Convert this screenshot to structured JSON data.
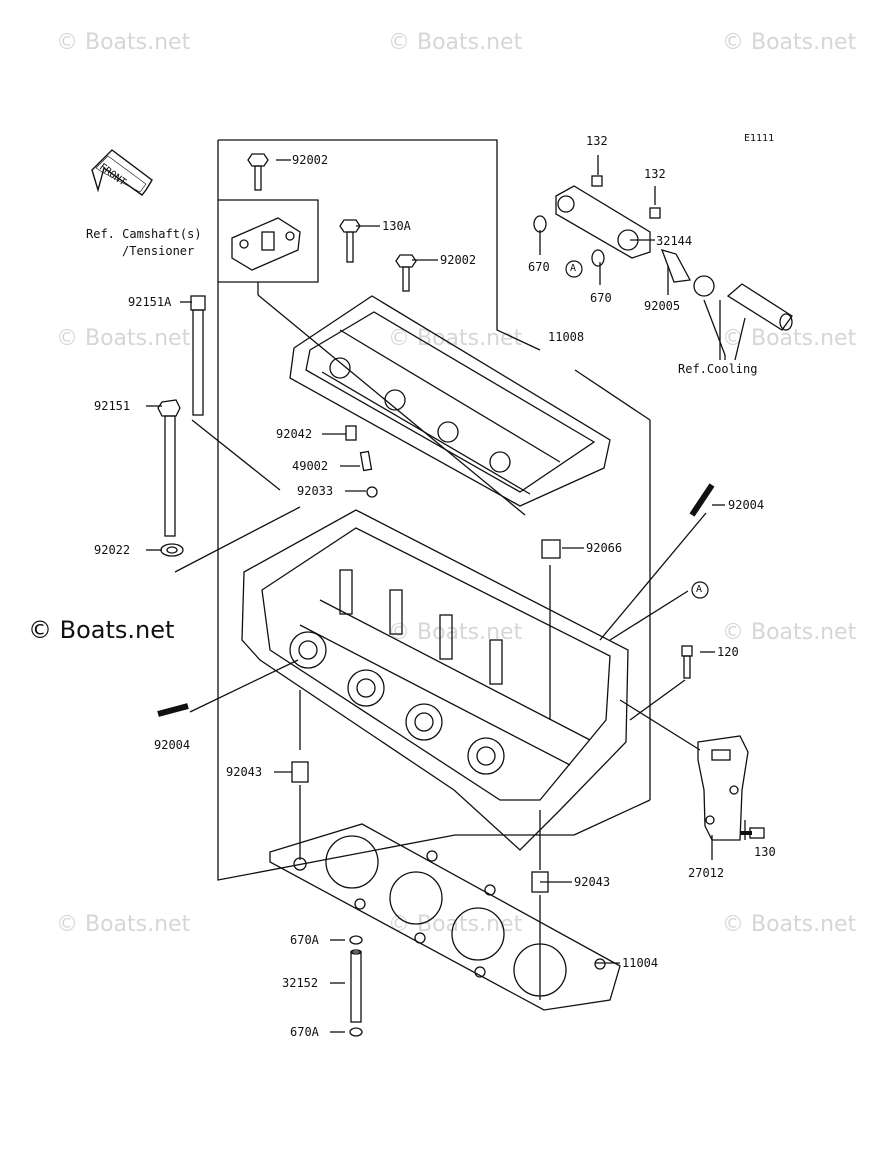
{
  "watermarks": {
    "small": "© Boats.net",
    "main": "© Boats.net"
  },
  "diagram_code": "E1111",
  "front_arrow": "FRONT",
  "callout_circle": "A",
  "ref_notes": {
    "camshaft_line1": "Ref. Camshaft(s)",
    "camshaft_line2": "/Tensioner",
    "cooling": "Ref.Cooling"
  },
  "parts": {
    "p92002_top": "92002",
    "p130A": "130A",
    "p92002_mid": "92002",
    "p92151A": "92151A",
    "p92151": "92151",
    "p92042": "92042",
    "p49002": "49002",
    "p92033": "92033",
    "p92022": "92022",
    "p11008": "11008",
    "p92004_right": "92004",
    "p92066": "92066",
    "p120": "120",
    "p92004_left": "92004",
    "p92043_left": "92043",
    "p130": "130",
    "p27012": "27012",
    "p92043_right": "92043",
    "p670A_top": "670A",
    "p11004": "11004",
    "p32152": "32152",
    "p670A_bottom": "670A",
    "p132_top": "132",
    "p132_right": "132",
    "p32144": "32144",
    "p670_left": "670",
    "p670_mid": "670",
    "p92005": "92005"
  }
}
